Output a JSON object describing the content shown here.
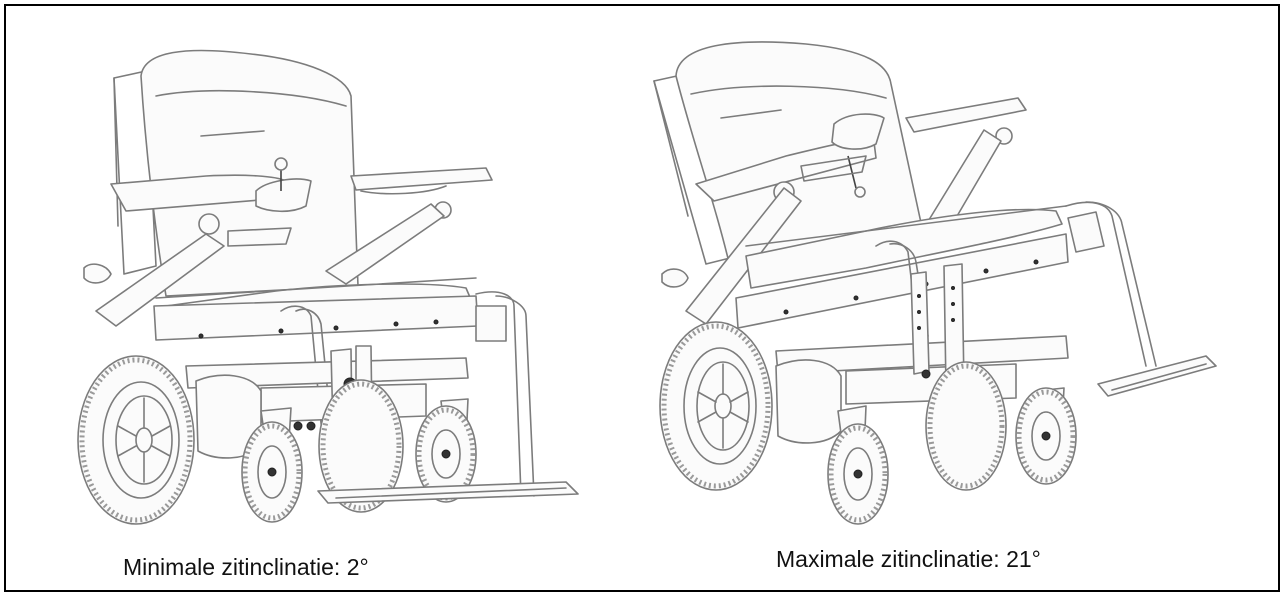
{
  "figures": [
    {
      "caption": "Minimale zitinclinatie: 2°",
      "illustration": "wheelchair-seat-tilt-minimum"
    },
    {
      "caption": "Maximale zitinclinatie: 21°",
      "illustration": "wheelchair-seat-tilt-maximum"
    }
  ]
}
